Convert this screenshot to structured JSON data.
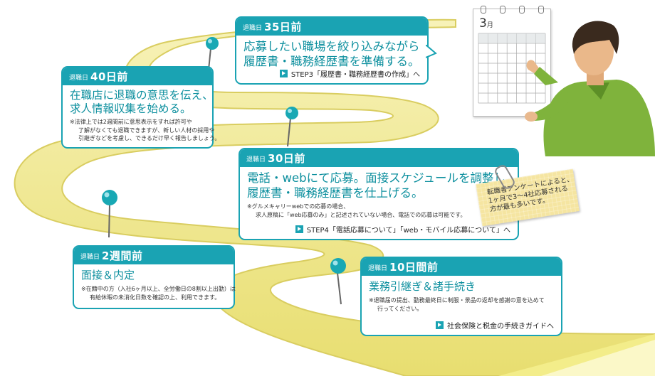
{
  "calendar": {
    "month": "3",
    "month_suffix": "月"
  },
  "steps": [
    {
      "prefix": "退職日",
      "when": "35日前",
      "lines": [
        "応募したい職場を絞り込みながら",
        "履歴書・職務経歴書を準備する。"
      ],
      "link": "STEP3「履歴書・職務経歴書の作成」へ"
    },
    {
      "prefix": "退職日",
      "when": "40日前",
      "lines": [
        "在職店に退職の意思を伝え、",
        "求人情報収集を始める。"
      ],
      "notes": [
        "※法律上では2週間前に意思表示をすれば許可や",
        "了解がなくても退職できますが、新しい人材の採用や",
        "引継ぎなどを考慮し、できるだけ早く報告しましょう。"
      ]
    },
    {
      "prefix": "退職日",
      "when": "30日前",
      "lines": [
        "電話・webにて応募。面接スケジュールを調整し",
        "履歴書・職務経歴書を仕上げる。"
      ],
      "notes": [
        "※グルメキャリーwebでの応募の場合、",
        "求人原稿に「web応募のみ」と記述されていない場合、電話での応募は可能です。"
      ],
      "link": "STEP4「電話応募について」「web・モバイル応募について」へ"
    },
    {
      "prefix": "退職日",
      "when": "2週間前",
      "lines": [
        "面接＆内定"
      ],
      "notes": [
        "※在籍中の方（入社6ヶ月以上、全労働日の8割以上出勤）は",
        "有給休暇の未消化日数を確認の上、利用できます。"
      ]
    },
    {
      "prefix": "退職日",
      "when": "10日間前",
      "lines": [
        "業務引継ぎ＆諸手続き"
      ],
      "notes": [
        "※退職届の提出、勤務最終日に制服・景品の返却を感謝の意を込めて",
        "行ってください。"
      ],
      "link": "社会保険と税金の手続きガイドへ"
    }
  ],
  "memo": {
    "lines": [
      "転職者アンケートによると、",
      "1ヶ月で3～4社応募される",
      "方が最も多いです。"
    ]
  },
  "colors": {
    "accent": "#1aa3b3",
    "road": "#f0ea9e",
    "road_edge": "#d4c65a",
    "pin": "#18a8b4"
  }
}
